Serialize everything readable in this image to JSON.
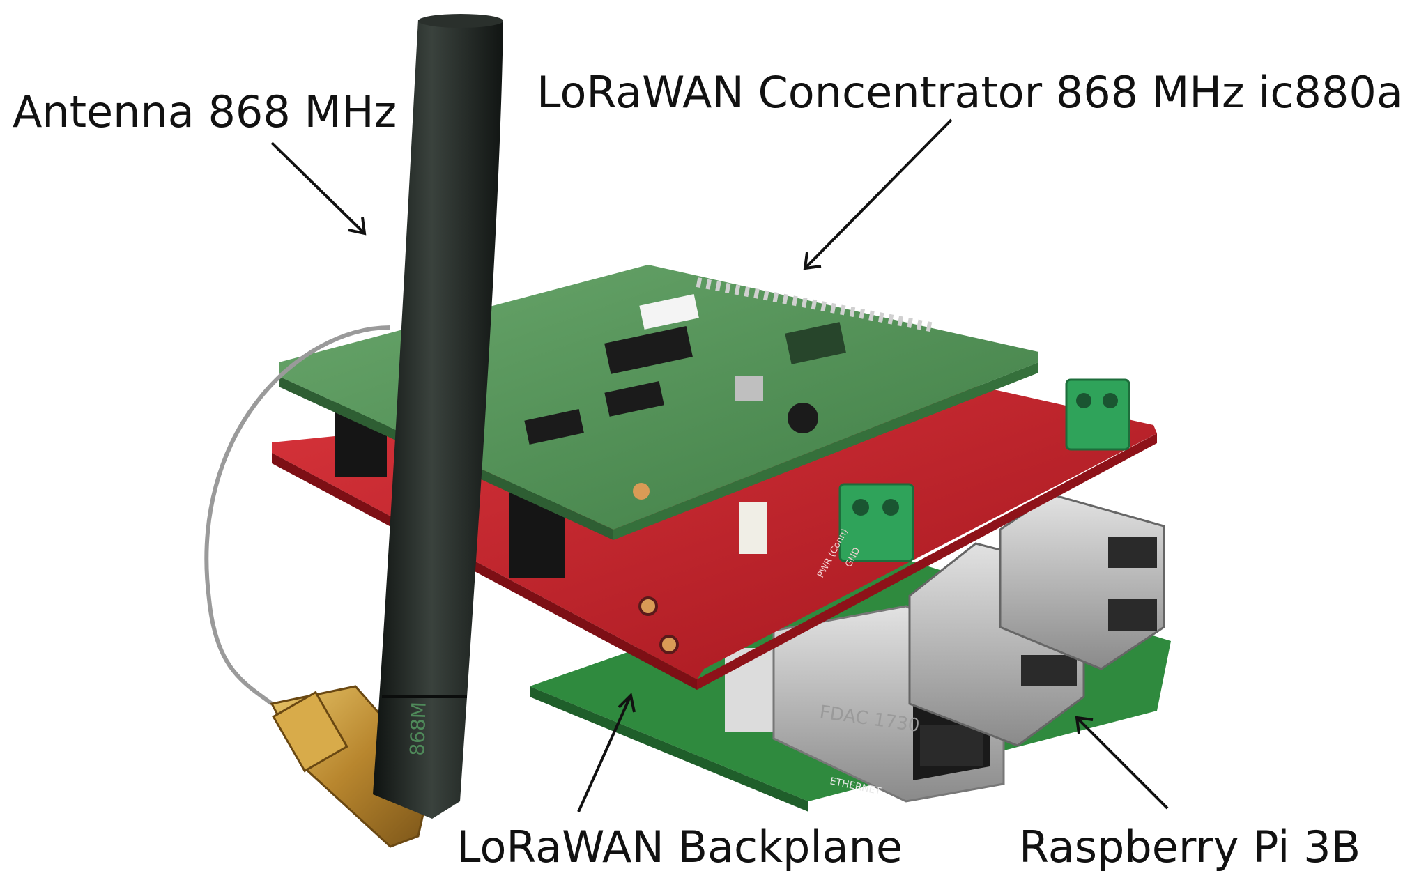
{
  "labels": {
    "antenna": "Antenna 868 MHz",
    "concentrator": "LoRaWAN Concentrator 868 MHz ic880a",
    "backplane": "LoRaWAN Backplane",
    "raspberry_pi": "Raspberry Pi 3B"
  },
  "board_markings": {
    "antenna_print": "868M",
    "ethernet_label": "ETHERNET",
    "jack_print": "FDAC 1730",
    "pwr_label": "PWR (Conn)",
    "gnd_label": "GND"
  },
  "colors": {
    "background": "#ffffff",
    "concentrator_pcb": "#5a9a5e",
    "backplane_pcb": "#c8222b",
    "raspberry_pcb": "#2f8a3e",
    "antenna": "#1f2420",
    "terminal_block": "#2fa35a",
    "sma_connector": "#c99a3a",
    "usb_metal": "#b9b9b9",
    "arrow": "#111111"
  }
}
